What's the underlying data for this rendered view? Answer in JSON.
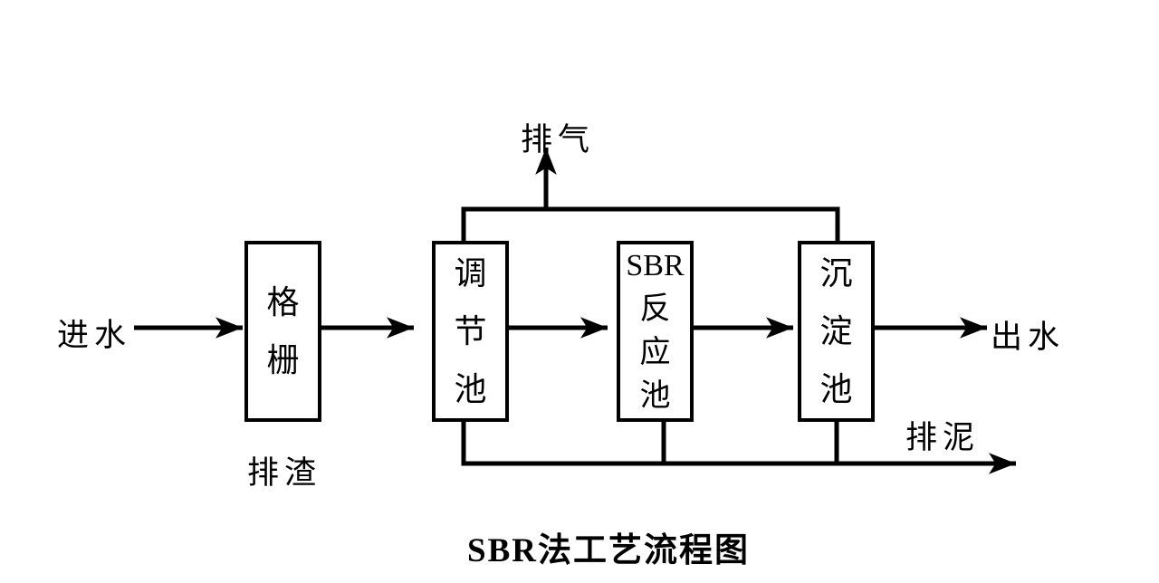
{
  "diagram": {
    "title": "SBR法工艺流程图",
    "labels": {
      "inflow": "进水",
      "outflow": "出水",
      "exhaust": "排气",
      "slag": "排渣",
      "sludge": "排泥"
    },
    "boxes": [
      {
        "id": "bar-screen",
        "lines": [
          "格",
          "栅"
        ]
      },
      {
        "id": "regulating-tank",
        "lines": [
          "调",
          "节",
          "池"
        ]
      },
      {
        "id": "sbr-reactor",
        "lines": [
          "SBR",
          "反",
          "应",
          "池"
        ]
      },
      {
        "id": "sedimentation-tank",
        "lines": [
          "沉",
          "淀",
          "池"
        ]
      }
    ],
    "colors": {
      "line": "#000000",
      "background": "#ffffff"
    }
  }
}
